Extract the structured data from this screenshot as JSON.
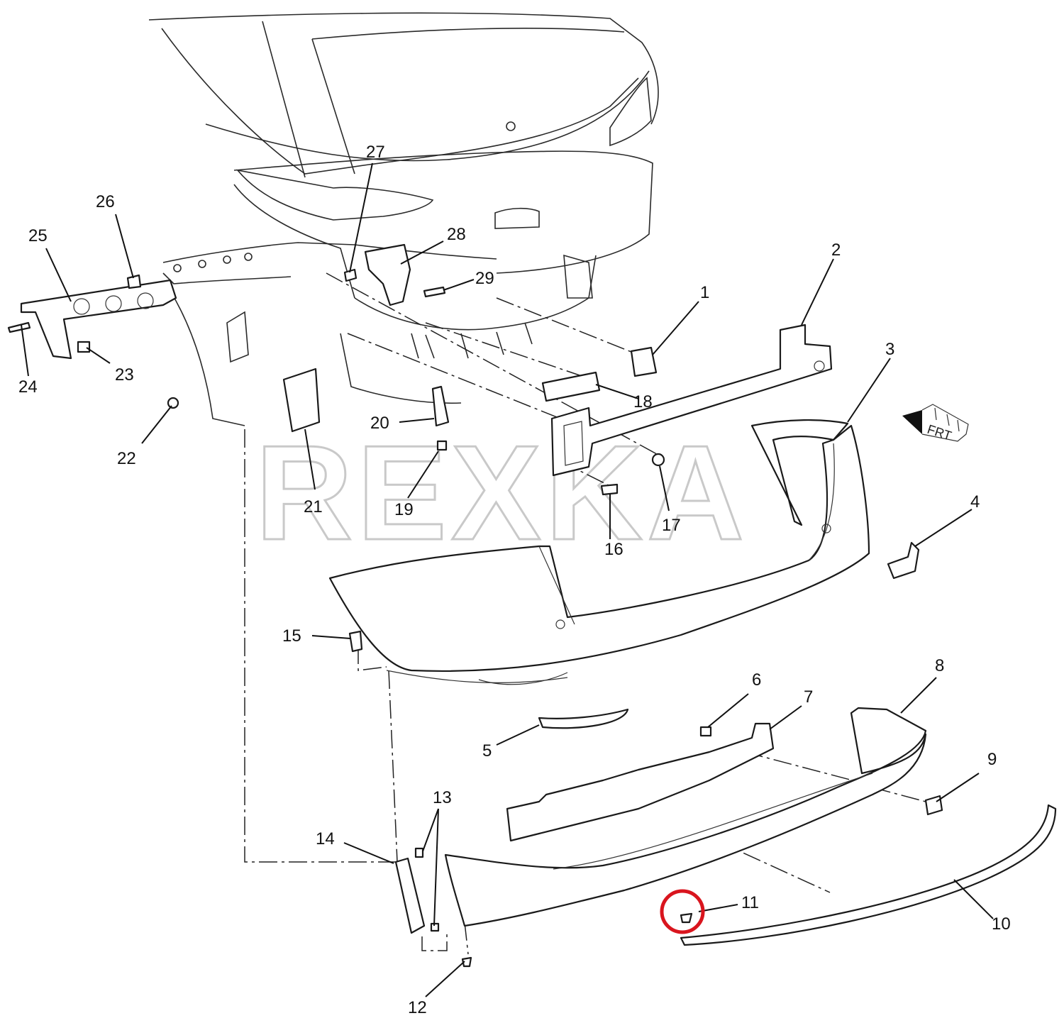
{
  "diagram": {
    "watermark": "REXKA",
    "orientation_label": "FRT",
    "orientation_icon": "front-arrow-icon",
    "highlight_color": "#d9151e",
    "highlighted_part": "11",
    "callouts": {
      "c1": "1",
      "c2": "2",
      "c3": "3",
      "c4": "4",
      "c5": "5",
      "c6": "6",
      "c7": "7",
      "c8": "8",
      "c9": "9",
      "c10": "10",
      "c11": "11",
      "c12": "12",
      "c13": "13",
      "c14": "14",
      "c15": "15",
      "c16": "16",
      "c17": "17",
      "c18": "18",
      "c19": "19",
      "c20": "20",
      "c21": "21",
      "c22": "22",
      "c23": "23",
      "c24": "24",
      "c25": "25",
      "c26": "26",
      "c27": "27",
      "c28": "28",
      "c29": "29"
    }
  }
}
